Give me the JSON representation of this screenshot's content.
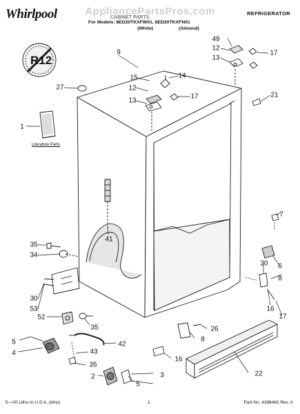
{
  "header": {
    "watermark": "AppliancePartsPros.com",
    "brand": "Whirlpool",
    "title": "CABINET PARTS",
    "models_line": "For Models: 8ED20TKXFW01, 8ED20TKXFN01",
    "variant_white": "(White)",
    "variant_almond": "(Almond)",
    "category": "REFRIGERATOR"
  },
  "badge": {
    "text": "R12"
  },
  "literature_label": "Literature Parts",
  "callouts": [
    "1",
    "9",
    "27",
    "15",
    "14",
    "12",
    "13",
    "17",
    "49",
    "12",
    "13",
    "17",
    "21",
    "35",
    "34",
    "41",
    "30",
    "53",
    "52",
    "35",
    "5",
    "4",
    "43",
    "42",
    "35",
    "2",
    "5",
    "3",
    "26",
    "8",
    "16",
    "22",
    "7",
    "6",
    "20",
    "16",
    "17",
    "8"
  ],
  "footer": {
    "left": "5—00 Litho In U.S.A. (dms)",
    "center": "1",
    "right": "Part No. 4398460 Rev. A"
  },
  "colors": {
    "line": "#1a1a1a",
    "watermark": "#cfcfcf",
    "accent_gray": "#777777"
  }
}
